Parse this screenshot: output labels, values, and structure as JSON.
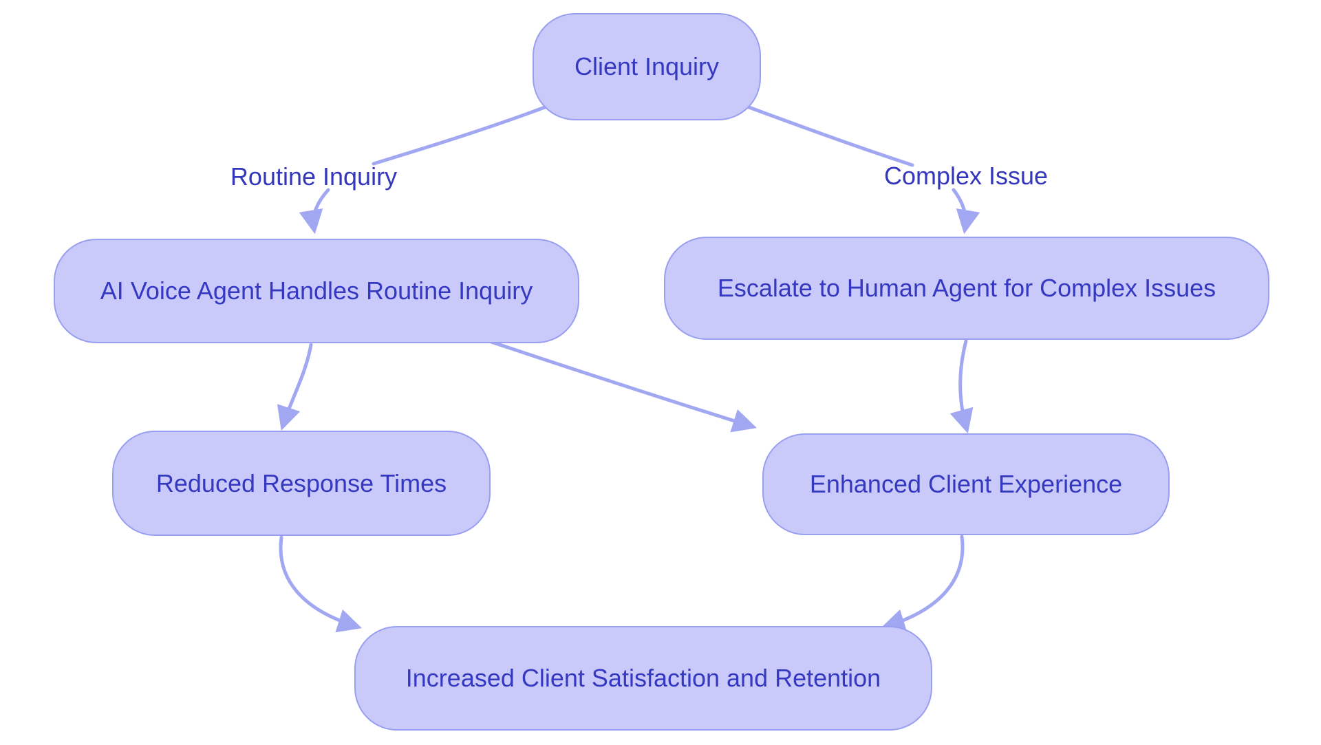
{
  "diagram": {
    "background": "#ffffff",
    "colors": {
      "node_fill": "#c9cafa",
      "node_border": "#999ff0",
      "edge_line": "#a2a7f2",
      "text": "#3538c0"
    },
    "nodes": [
      {
        "id": "client-inquiry",
        "label": "Client Inquiry"
      },
      {
        "id": "ai-voice-agent",
        "label": "AI Voice Agent Handles Routine Inquiry"
      },
      {
        "id": "escalate-human",
        "label": "Escalate to Human Agent for Complex Issues"
      },
      {
        "id": "reduced-response",
        "label": "Reduced Response Times"
      },
      {
        "id": "enhanced-experience",
        "label": "Enhanced Client Experience"
      },
      {
        "id": "increased-satisfaction",
        "label": "Increased Client Satisfaction and Retention"
      }
    ],
    "edges": [
      {
        "from": "Client Inquiry",
        "to": "AI Voice Agent Handles Routine Inquiry",
        "label": "Routine Inquiry"
      },
      {
        "from": "Client Inquiry",
        "to": "Escalate to Human Agent for Complex Issues",
        "label": "Complex Issue"
      },
      {
        "from": "AI Voice Agent Handles Routine Inquiry",
        "to": "Reduced Response Times",
        "label": ""
      },
      {
        "from": "AI Voice Agent Handles Routine Inquiry",
        "to": "Enhanced Client Experience",
        "label": ""
      },
      {
        "from": "Escalate to Human Agent for Complex Issues",
        "to": "Enhanced Client Experience",
        "label": ""
      },
      {
        "from": "Reduced Response Times",
        "to": "Increased Client Satisfaction and Retention",
        "label": ""
      },
      {
        "from": "Enhanced Client Experience",
        "to": "Increased Client Satisfaction and Retention",
        "label": ""
      }
    ]
  }
}
